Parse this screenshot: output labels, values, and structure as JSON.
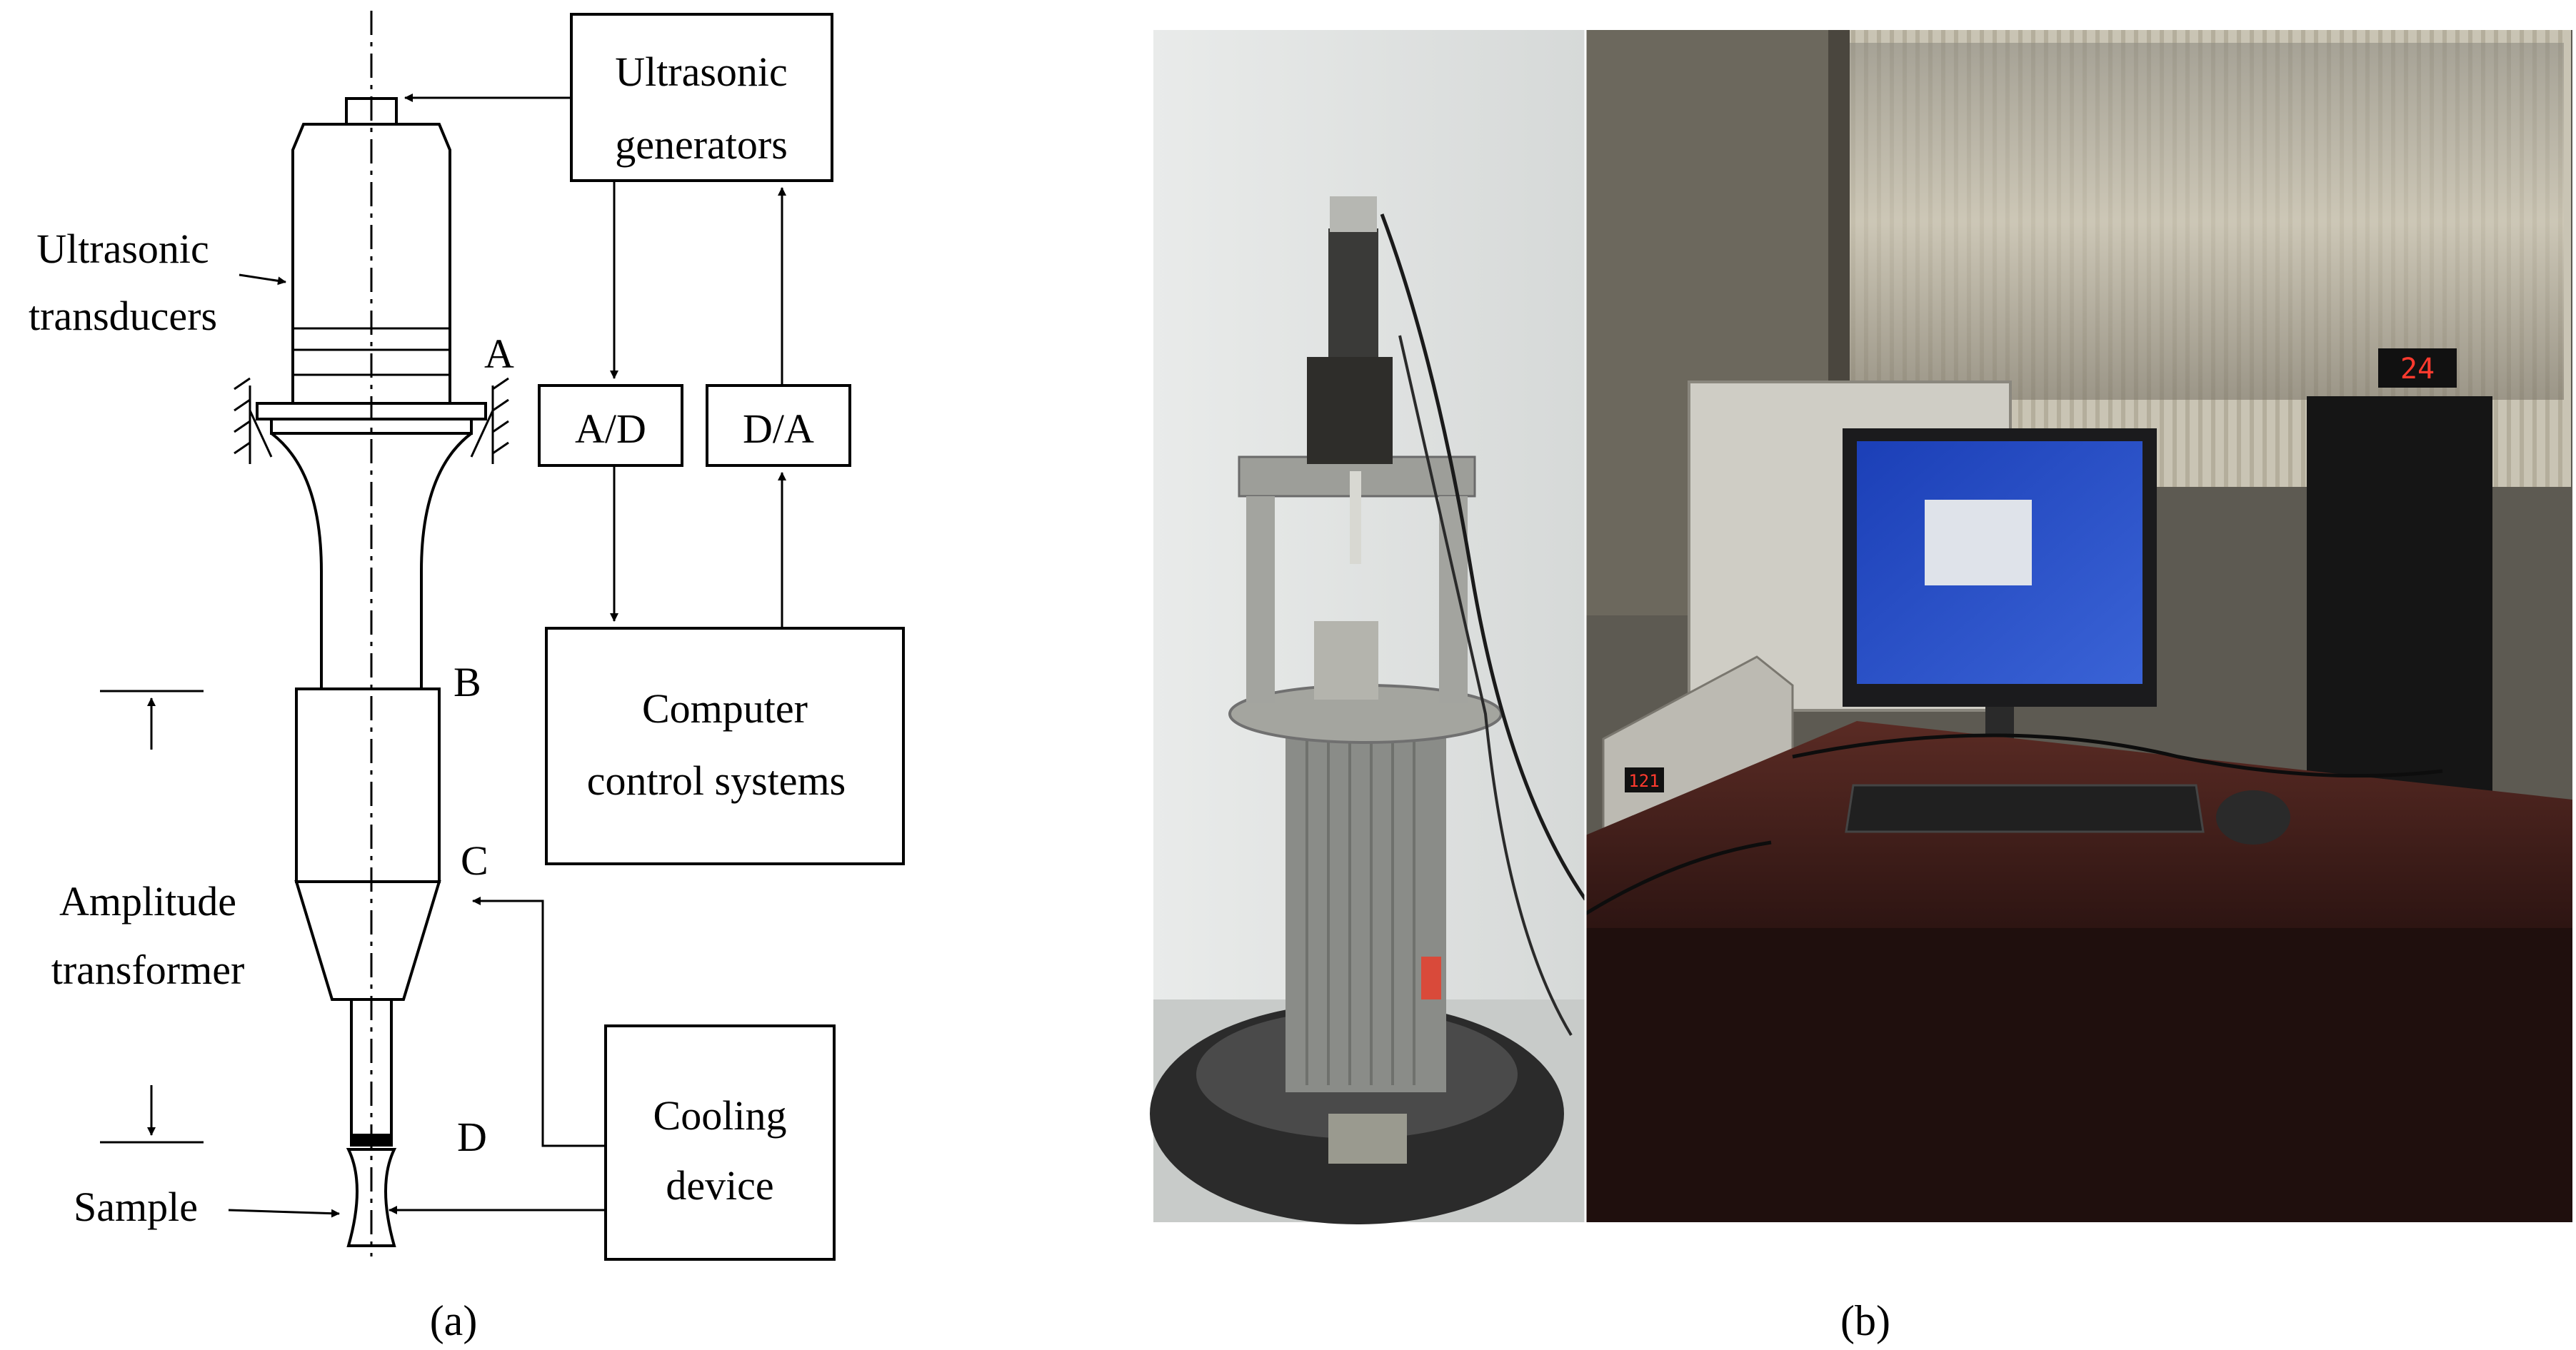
{
  "panel_a": {
    "blocks": {
      "generators_line1": "Ultrasonic",
      "generators_line2": "generators",
      "ad": "A/D",
      "da": "D/A",
      "computer_line1": "Computer",
      "computer_line2": "control systems",
      "cooling_line1": "Cooling",
      "cooling_line2": "device"
    },
    "labels": {
      "transducers_line1": "Ultrasonic",
      "transducers_line2": "transducers",
      "amplitude_line1": "Amplitude",
      "amplitude_line2": "transformer",
      "sample": "Sample",
      "point_a": "A",
      "point_b": "B",
      "point_c": "C",
      "point_d": "D"
    },
    "caption": "(a)"
  },
  "panel_b": {
    "caption": "(b)",
    "display_digits": "24",
    "generator_display": "121"
  }
}
